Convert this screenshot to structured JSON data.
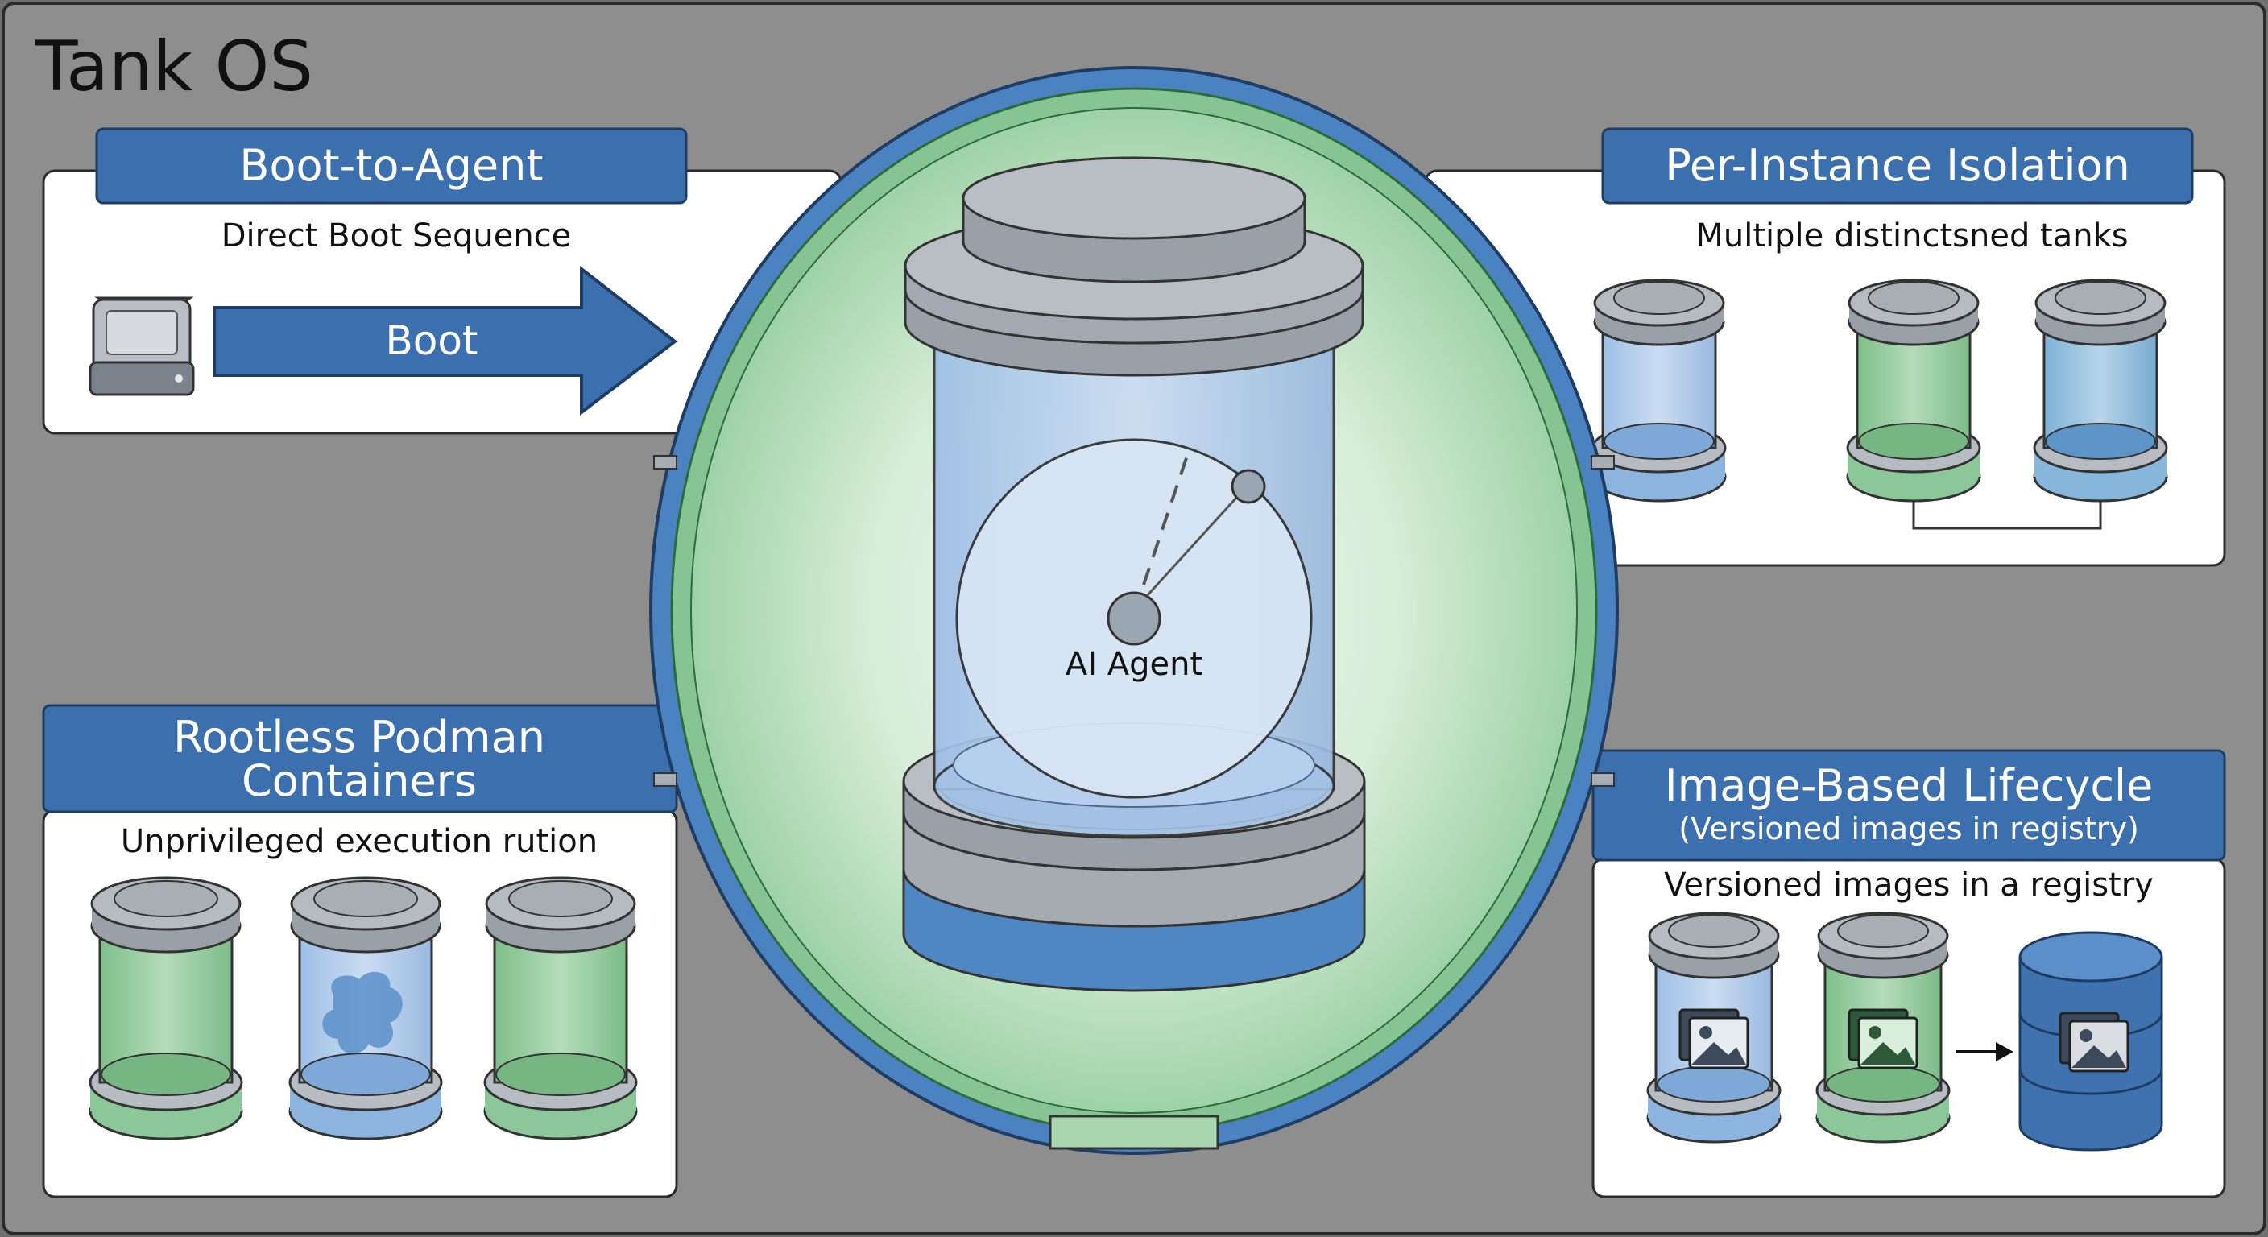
{
  "title": "Tank OS",
  "center": {
    "label": "AI Agent"
  },
  "panels": {
    "boot": {
      "heading": "Boot-to-Agent",
      "subtitle": "Direct Boot Sequence",
      "arrow_label": "Boot",
      "icons": [
        "disk-drive-icon",
        "arrow-right-icon"
      ]
    },
    "isolation": {
      "heading": "Per-Instance Isolation",
      "subtitle": "Multiple distinctsned tanks",
      "tanks": [
        "blue",
        "green",
        "teal"
      ]
    },
    "rootless": {
      "heading_line1": "Rootless Podman",
      "heading_line2": "Containers",
      "subtitle": "Unprivileged execution rution",
      "tanks": [
        "green",
        "blue-with-blob",
        "green"
      ]
    },
    "lifecycle": {
      "heading": "Image-Based Lifecycle",
      "heading_sub": "(Versioned images in registry)",
      "subtitle": "Versioned images in a registry",
      "icons": [
        "image-icon",
        "image-icon",
        "database-icon"
      ]
    }
  },
  "colors": {
    "background": "#8e8e8e",
    "panel": "#ffffff",
    "header_blue": "#3b6fae",
    "tank_blue": "#a9c6e8",
    "tank_green": "#9cd0a6",
    "metal": "#9aa0a8",
    "ring_blue": "#3f7bbd",
    "ring_green": "#7cc489"
  }
}
